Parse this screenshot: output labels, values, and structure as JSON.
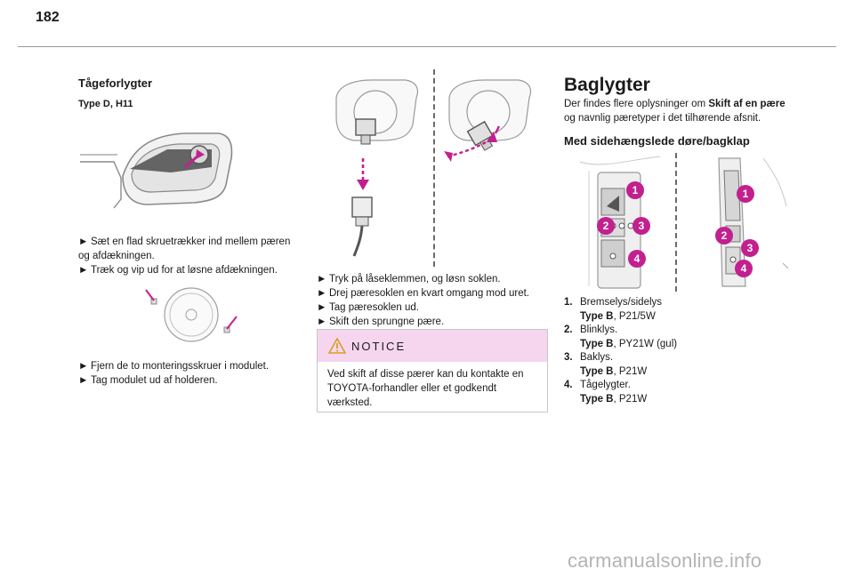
{
  "page": {
    "number": "182"
  },
  "left": {
    "title": "Tågeforlygter",
    "subtitle": "Type D, H11",
    "steps1": [
      "Sæt en flad skruetrækker ind mellem pæren og afdækningen.",
      "Træk og vip ud for at løsne afdækningen."
    ],
    "steps2": [
      "Fjern de to monteringsskruer i modulet.",
      "Tag modulet ud af holderen."
    ]
  },
  "middle": {
    "steps": [
      "Tryk på låseklemmen, og løsn soklen.",
      "Drej pæresoklen en kvart omgang mod uret.",
      "Tag pæresoklen ud.",
      "Skift den sprungne pære."
    ],
    "notice": {
      "title": "NOTICE",
      "text": "Ved skift af disse pærer kan du kontakte en TOYOTA-forhandler eller et godkendt værksted."
    }
  },
  "right": {
    "title": "Baglygter",
    "intro_1": "Der findes flere oplysninger om ",
    "intro_bold": "Skift af en pære",
    "intro_2": "og navnlig pæretyper i det tilhørende afsnit.",
    "subtitle": "Med sidehængslede døre/bagklap",
    "callouts": [
      "1",
      "2",
      "3",
      "4"
    ],
    "items": [
      {
        "num": "1.",
        "name": "Bremselys/sidelys",
        "type_label": "Type B",
        "bulb": ", P21/5W"
      },
      {
        "num": "2.",
        "name": "Blinklys.",
        "type_label": "Type B",
        "bulb": ", PY21W (gul)"
      },
      {
        "num": "3.",
        "name": "Baklys.",
        "type_label": "Type B",
        "bulb": ", P21W"
      },
      {
        "num": "4.",
        "name": "Tågelygter.",
        "type_label": "Type B",
        "bulb": ", P21W"
      }
    ]
  },
  "bullet": "►",
  "watermark": "carmanualsonline.info",
  "colors": {
    "accent": "#c2208f",
    "notice_bg": "#f6d6ee",
    "rule": "#9a9a9a"
  }
}
